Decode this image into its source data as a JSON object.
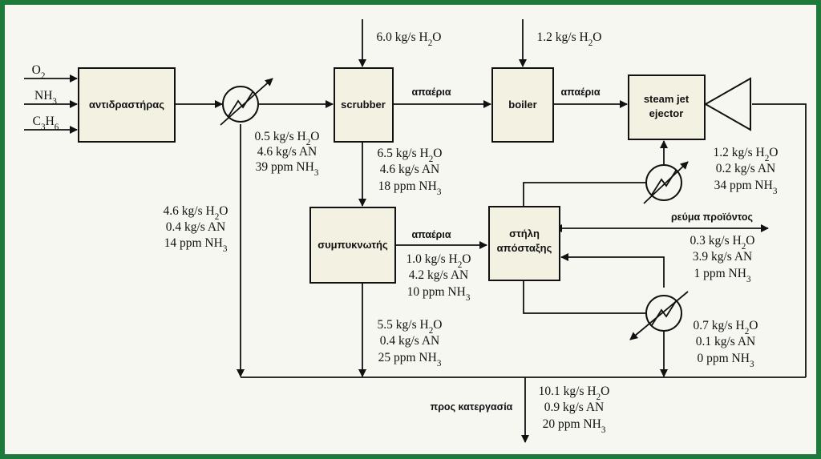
{
  "colors": {
    "frame": "#1e7a3a",
    "box_fill": "#f3f1e2",
    "line": "#111111"
  },
  "inputs": {
    "o2": "O2",
    "nh3": "NH3",
    "c3h6": "C3H6"
  },
  "blocks": {
    "reactor": "αντιδραστήρας",
    "scrubber": "scrubber",
    "boiler": "boiler",
    "ejector_line1": "steam jet",
    "ejector_line2": "ejector",
    "condenser": "συμπυκνωτής",
    "column_line1": "στήλη",
    "column_line2": "απόσταξης"
  },
  "gas_labels": {
    "scrubber_boiler": "απαέρια",
    "boiler_ejector": "απαέρια",
    "condenser_column": "απαέρια"
  },
  "labels": {
    "product_stream": "ρεύμα προϊόντος",
    "to_treatment": "προς κατεργασία"
  },
  "streams": {
    "feed_scrubber": {
      "water": "6.0 kg/s H2O"
    },
    "feed_boiler": {
      "water": "1.2 kg/s H2O"
    },
    "after_exchanger": {
      "water": "0.5 kg/s H2O",
      "an": "4.6 kg/s AN",
      "nh3": "39 ppm NH3"
    },
    "scrubber_bottom": {
      "water": "6.5 kg/s H2O",
      "an": "4.6 kg/s AN",
      "nh3": "18 ppm NH3"
    },
    "bypass_left": {
      "water": "4.6 kg/s H2O",
      "an": "0.4 kg/s AN",
      "nh3": "14 ppm NH3"
    },
    "condenser_out": {
      "water": "1.0 kg/s H2O",
      "an": "4.2 kg/s AN",
      "nh3": "10 ppm NH3"
    },
    "condenser_bottom": {
      "water": "5.5 kg/s H2O",
      "an": "0.4 kg/s AN",
      "nh3": "25 ppm NH3"
    },
    "top_exchanger": {
      "water": "1.2 kg/s H2O",
      "an": "0.2 kg/s AN",
      "nh3": "34 ppm NH3"
    },
    "product": {
      "water": "0.3 kg/s H2O",
      "an": "3.9 kg/s AN",
      "nh3": "1 ppm NH3"
    },
    "bottom_exchanger": {
      "water": "0.7 kg/s H2O",
      "an": "0.1 kg/s AN",
      "nh3": "0 ppm NH3"
    },
    "to_treatment": {
      "water": "10.1 kg/s H2O",
      "an": "0.9 kg/s AN",
      "nh3": "20 ppm NH3"
    }
  }
}
